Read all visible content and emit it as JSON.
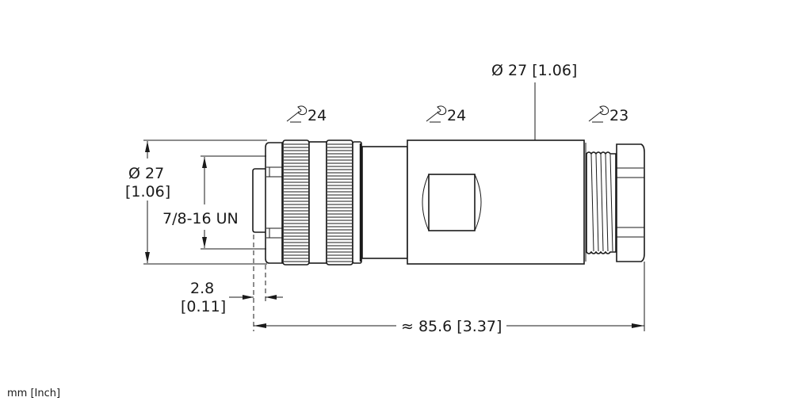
{
  "drawing": {
    "units_label": "mm [Inch]",
    "dimensions": {
      "overall_diameter_top": "Ø 27 [1.06]",
      "left_diameter_mm": "Ø 27",
      "left_diameter_in": "[1.06]",
      "thread": "7/8-16 UN",
      "offset_mm": "2.8",
      "offset_in": "[0.11]",
      "overall_length": "≈ 85.6 [3.37]"
    },
    "wrench_sizes": [
      {
        "icon": "wrench-icon",
        "value": "24"
      },
      {
        "icon": "wrench-icon",
        "value": "24"
      },
      {
        "icon": "wrench-icon",
        "value": "23"
      }
    ]
  }
}
